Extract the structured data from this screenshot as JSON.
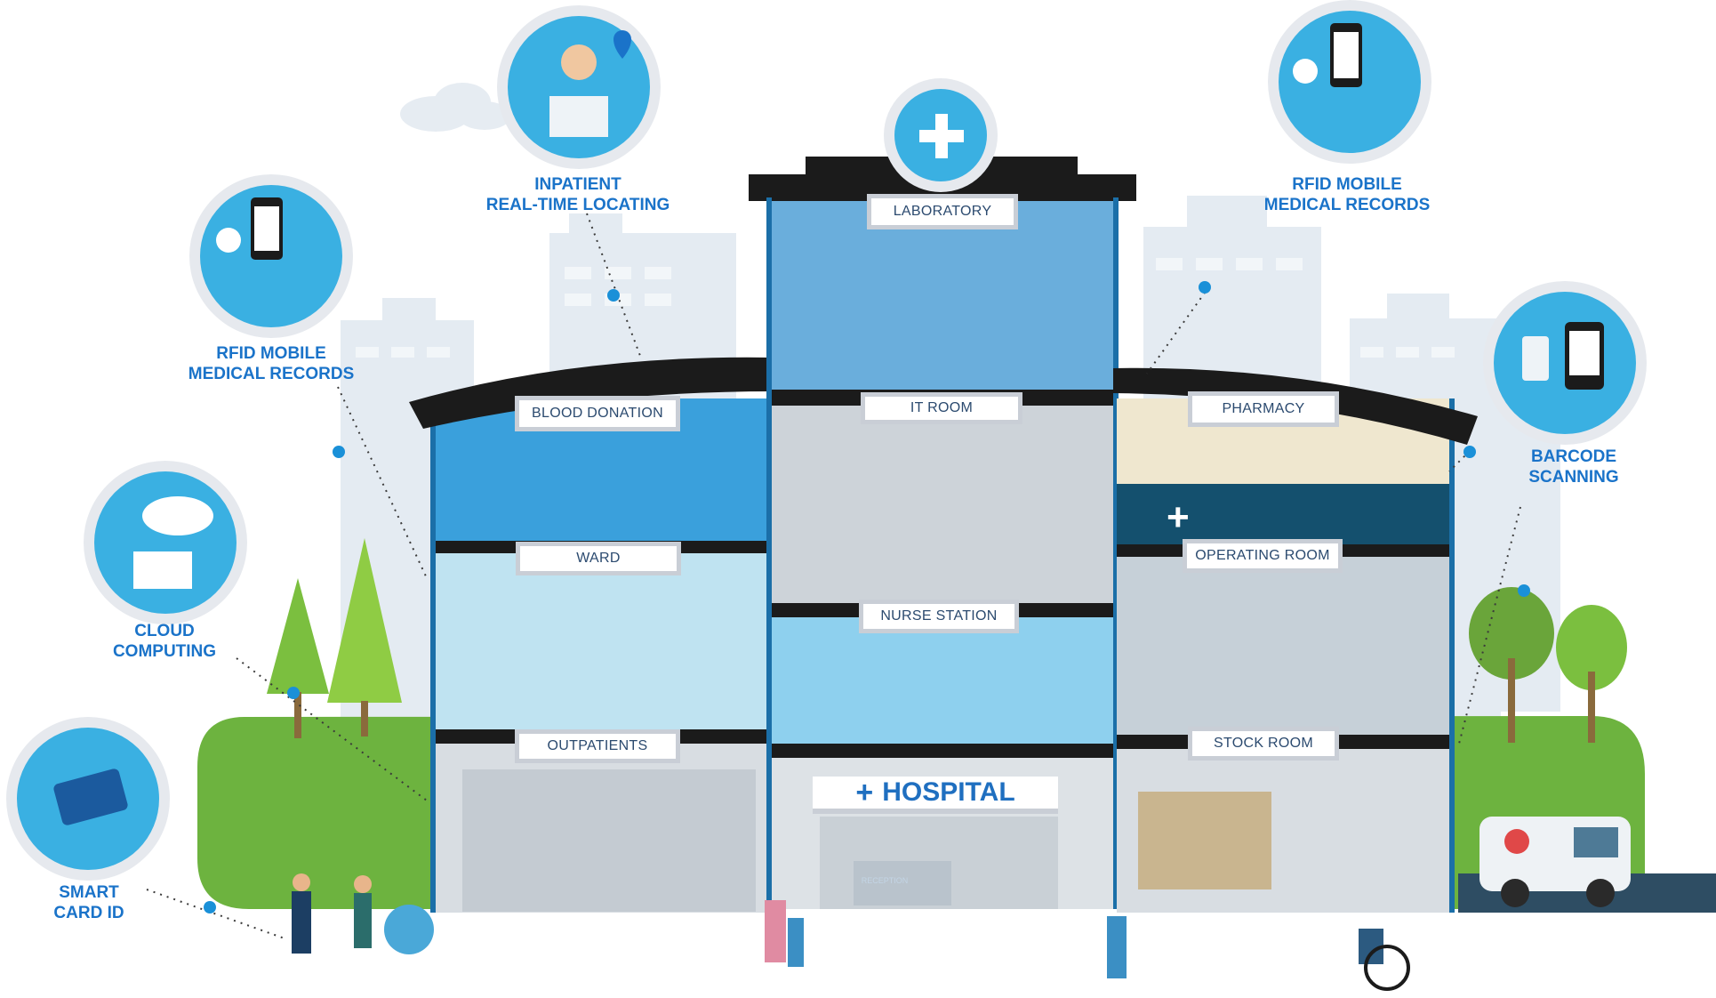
{
  "rooms": {
    "laboratory": "LABORATORY",
    "blood_donation": "BLOOD DONATION",
    "it_room": "IT ROOM",
    "pharmacy": "PHARMACY",
    "ward": "WARD",
    "operating_room": "OPERATING ROOM",
    "nurse_station": "NURSE STATION",
    "outpatients": "OUTPATIENTS",
    "stock_room": "STOCK ROOM"
  },
  "sign": {
    "hospital": "HOSPITAL",
    "reception": "RECEPTION"
  },
  "callouts": {
    "inpatient_locating": {
      "line1": "INPATIENT",
      "line2": "REAL-TIME LOCATING"
    },
    "rfid_left": {
      "line1": "RFID MOBILE",
      "line2": "MEDICAL RECORDS"
    },
    "rfid_right": {
      "line1": "RFID MOBILE",
      "line2": "MEDICAL RECORDS"
    },
    "cloud_computing": {
      "line1": "CLOUD",
      "line2": "COMPUTING"
    },
    "barcode_scanning": {
      "line1": "BARCODE",
      "line2": "SCANNING"
    },
    "smart_card": {
      "line1": "SMART",
      "line2": "CARD ID"
    }
  },
  "icons": {
    "top_emblem": "medical-cross-icon",
    "inpatient_locating": "nurse-location-pin-icon",
    "rfid_left": "phone-in-hand-icon",
    "rfid_right": "phone-in-hand-icon",
    "cloud_computing": "cloud-database-icon",
    "barcode_scanning": "barcode-scanner-phone-icon",
    "smart_card": "contactless-card-icon"
  },
  "colors": {
    "brand_blue": "#1a73c9",
    "room_blue": "#3aa0dc",
    "dark_teal": "#14506e",
    "roof": "#1b1b1b",
    "grass": "#6db33f",
    "building_bg": "#d9e4ee",
    "callout_circle": "#e6e9ee",
    "callout_inner": "#3ab0e2"
  }
}
